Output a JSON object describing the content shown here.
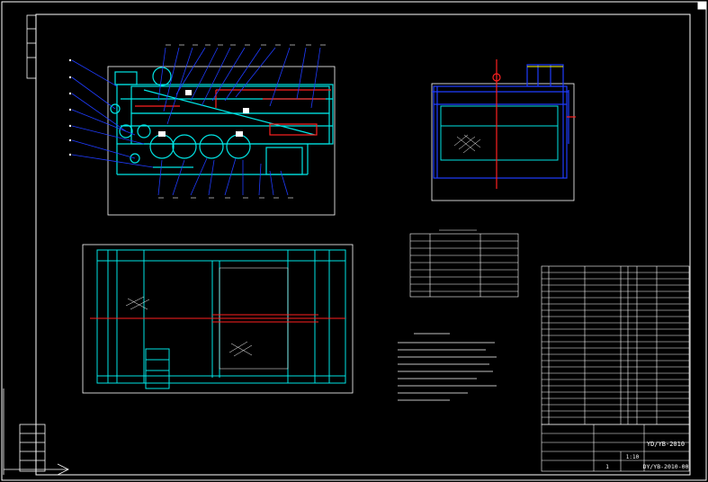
{
  "colors": {
    "background": "#000000",
    "frame": "#ffffff",
    "machine": "#00e5e5",
    "accent_red": "#ff2020",
    "accent_blue": "#1f3cff",
    "accent_yellow": "#ffff00",
    "hatch": "#ffffff"
  },
  "sheet": {
    "border_visible": true,
    "title_block": {
      "drawing_no": "DY/YB-2010-00",
      "scale": "1:10",
      "left_code": "YD/YB-2010",
      "sheet_label": "1"
    }
  },
  "views": [
    {
      "id": "side-elevation",
      "icon": "side-elevation-view"
    },
    {
      "id": "end-view",
      "icon": "end-view"
    },
    {
      "id": "plan-view",
      "icon": "plan-view"
    }
  ],
  "tech_table": {
    "rows": 9,
    "cols": 3
  },
  "notes": {
    "lines": 8
  },
  "parts_list": {
    "rows": 24
  },
  "icons": [
    "ucs-icon"
  ]
}
